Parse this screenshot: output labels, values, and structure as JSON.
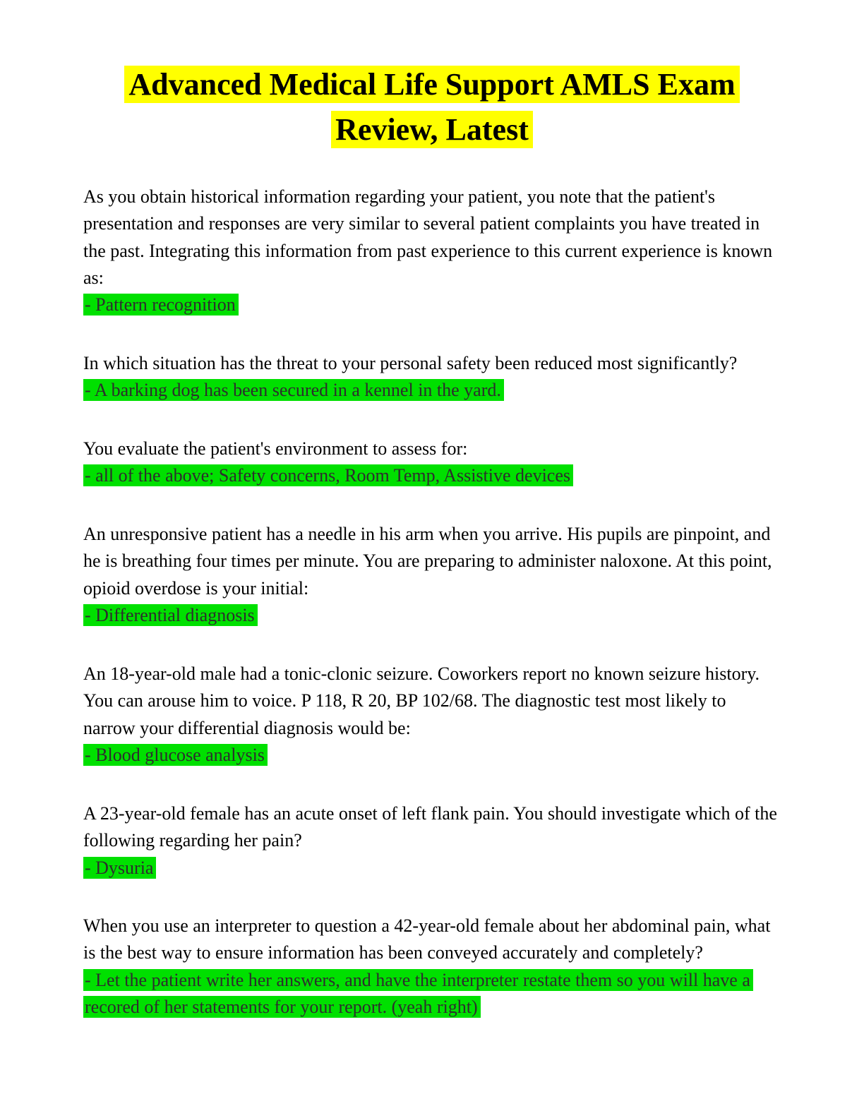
{
  "page": {
    "title": "Advanced Medical Life Support AMLS Exam Review, Latest",
    "highlight_yellow": "#ffff00",
    "highlight_green": "#00e000"
  },
  "qa": [
    {
      "question": "As you obtain historical information regarding your patient, you note that the patient's presentation and responses are very similar to several patient complaints you have treated in the past. Integrating this information from past experience to this current experience is known as:",
      "answer": "- Pattern recognition"
    },
    {
      "question": "In which situation has the threat to your personal safety been reduced most significantly?",
      "answer": "- A barking dog has been secured in a kennel in the yard."
    },
    {
      "question": "You evaluate the patient's environment to assess for:",
      "answer": "- all of the above; Safety concerns, Room Temp, Assistive devices"
    },
    {
      "question": "An unresponsive patient has a needle in his arm when you arrive. His pupils are pinpoint, and he is breathing four times per minute. You are preparing to administer naloxone. At this point, opioid overdose is your initial:",
      "answer": "- Differential diagnosis"
    },
    {
      "question": "An 18-year-old male had a tonic-clonic seizure. Coworkers report no known seizure history. You can arouse him to voice. P 118, R 20, BP 102/68. The diagnostic test most likely to narrow your differential diagnosis would be:",
      "answer": "- Blood glucose analysis"
    },
    {
      "question": "A 23-year-old female has an acute onset of left flank pain. You should investigate which of the following regarding her pain?",
      "answer": "- Dysuria"
    },
    {
      "question": "When you use an interpreter to question a 42-year-old female about her abdominal pain, what is the best way to ensure information has been conveyed accurately and completely?",
      "answer": "- Let the patient write her answers, and have the interpreter restate them so you will have a recored of her statements for your report. (yeah right)"
    }
  ]
}
